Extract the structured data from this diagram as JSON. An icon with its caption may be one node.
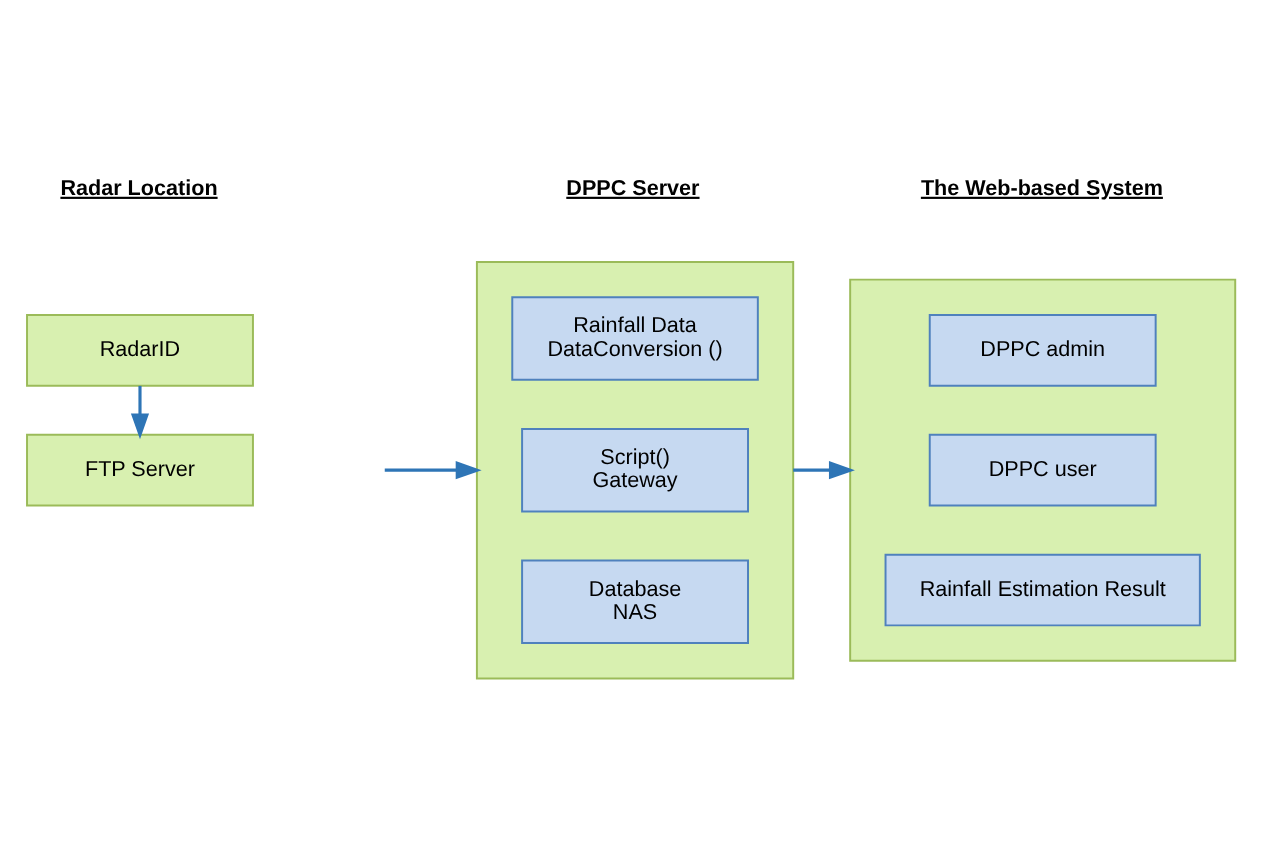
{
  "diagram": {
    "nodes": [
      {
        "text": [
          "RadarID"
        ]
      },
      {
        "text": [
          "FTP Server"
        ]
      },
      {
        "text": [],
        "shape": "box"
      },
      {
        "text": [
          "Rainfall Data",
          "DataConversion ()"
        ],
        "in": 2
      },
      {
        "text": [
          "Script()",
          "Gateway"
        ],
        "in": 2
      },
      {
        "text": [
          "Database",
          "NAS"
        ],
        "in": 2
      },
      {
        "text": [],
        "shape": "box"
      },
      {
        "text": [
          "DPPC admin"
        ],
        "in": 6
      },
      {
        "text": [
          "DPPC user"
        ],
        "in": 6
      },
      {
        "text": [
          "Rainfall Estimation Result"
        ],
        "in": 6
      }
    ],
    "edges": [
      {
        "from": 0,
        "to": 1,
        "arrow": "to"
      },
      {
        "from": null,
        "to": 2,
        "arrow": "to"
      },
      {
        "from": 2,
        "to": 6,
        "arrow": "to"
      }
    ],
    "labels": [
      "Radar Location",
      "DPPC Server",
      "The Web-based System"
    ]
  }
}
